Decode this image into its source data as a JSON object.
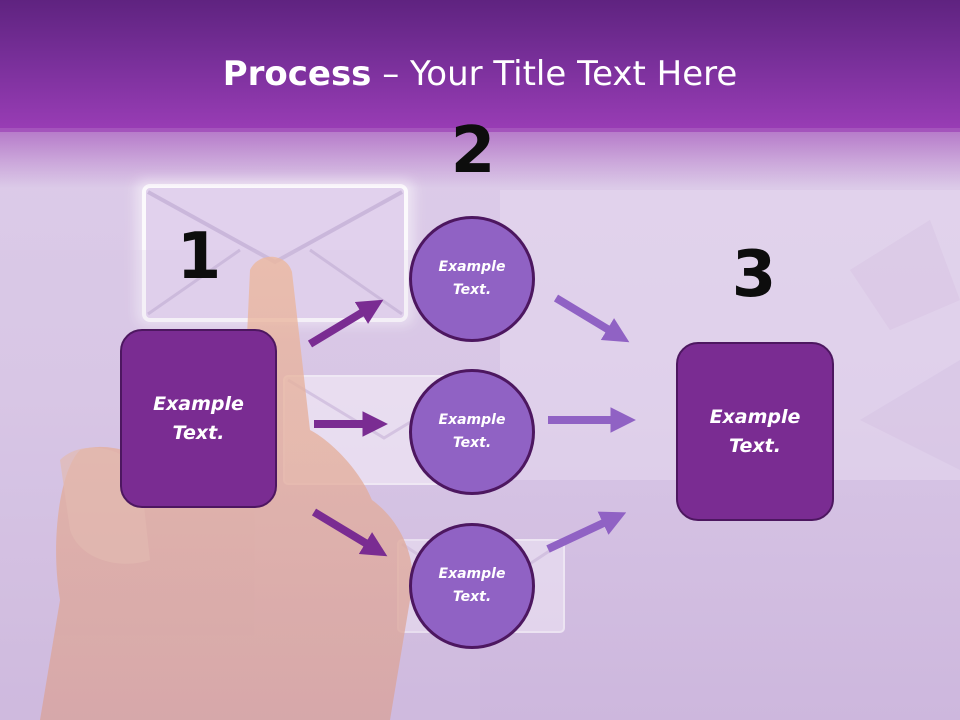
{
  "title": {
    "bold": "Process",
    "rest": " – Your Title Text Here"
  },
  "steps": [
    {
      "number": "1",
      "boxes": [
        "Example\nText."
      ]
    },
    {
      "number": "2",
      "circles": [
        "Example\nText.",
        "Example\nText.",
        "Example\nText."
      ]
    },
    {
      "number": "3",
      "boxes": [
        "Example\nText."
      ]
    }
  ],
  "colors": {
    "header": "#782f99",
    "box_fill": "#7a2c92",
    "circle_fill": "#9062c4",
    "arrow_dark": "#7a2c92",
    "arrow_light": "#9062c4",
    "number_text": "#0d0d0d"
  }
}
